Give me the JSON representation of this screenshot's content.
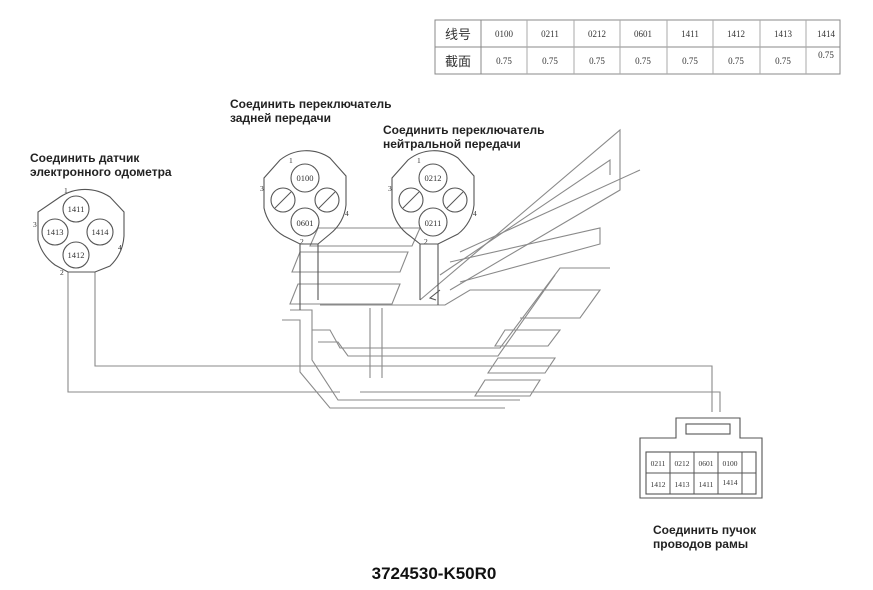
{
  "wire_table": {
    "row1_label": "线号",
    "row2_label": "截面",
    "wire_numbers": [
      "0100",
      "0211",
      "0212",
      "0601",
      "1411",
      "1412",
      "1413",
      "1414"
    ],
    "sections": [
      "0.75",
      "0.75",
      "0.75",
      "0.75",
      "0.75",
      "0.75",
      "0.75",
      "0.75"
    ]
  },
  "labels": {
    "odometer": [
      "Соединить датчик",
      "электронного одометра"
    ],
    "reverse": [
      "Соединить переключатель",
      "задней передачи"
    ],
    "neutral": [
      "Соединить переключатель",
      "нейтральной передачи"
    ],
    "frame": [
      "Соединить пучок",
      "проводов рамы"
    ]
  },
  "connector_odometer": {
    "pins": [
      "1411",
      "1413",
      "1414",
      "1412"
    ],
    "positions": [
      "1",
      "3",
      "4",
      "2"
    ]
  },
  "connector_reverse": {
    "pins": [
      "0100",
      "0601"
    ],
    "positions": [
      "1",
      "3",
      "4",
      "2"
    ]
  },
  "connector_neutral": {
    "pins": [
      "0212",
      "0211"
    ],
    "positions": [
      "1",
      "3",
      "4",
      "2"
    ]
  },
  "connector_frame": {
    "top_row": [
      "0211",
      "0212",
      "0601",
      "0100"
    ],
    "bottom_row": [
      "1412",
      "1413",
      "1411",
      "1414"
    ]
  },
  "part_number": "3724530-K50R0"
}
